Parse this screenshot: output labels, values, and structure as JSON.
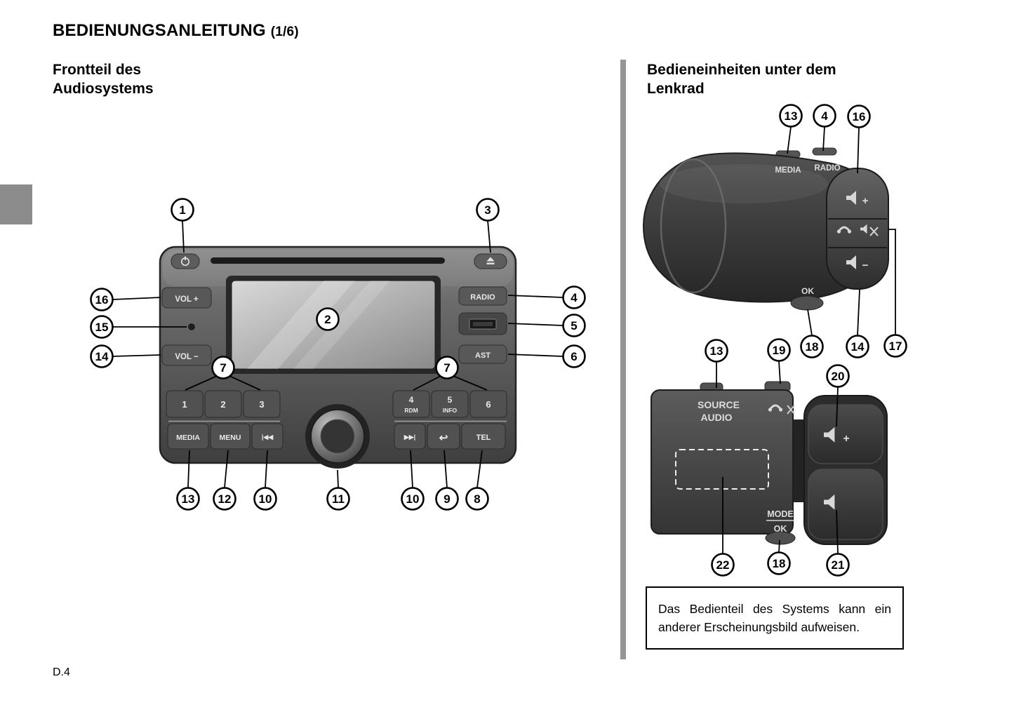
{
  "page": {
    "title": "BEDIENUNGSANLEITUNG",
    "title_part": "(1/6)",
    "page_number": "D.4"
  },
  "left": {
    "heading1": "Frontteil des",
    "heading2": "Audiosystems",
    "callouts": [
      "1",
      "3",
      "2",
      "16",
      "15",
      "14",
      "4",
      "5",
      "6",
      "7",
      "7",
      "13",
      "12",
      "10",
      "11",
      "10",
      "9",
      "8"
    ],
    "radio": {
      "vol_plus": "VOL +",
      "vol_minus": "VOL −",
      "radio_btn": "RADIO",
      "ast_btn": "AST",
      "preset1": "1",
      "preset2": "2",
      "preset3": "3",
      "preset4": "4",
      "preset4_sub": "RDM",
      "preset5": "5",
      "preset5_sub": "INFO",
      "preset6": "6",
      "media_btn": "MEDIA",
      "menu_btn": "MENU",
      "tel_btn": "TEL",
      "prev_icon": "|◀◀",
      "next_icon": "▶▶|",
      "back_icon": "↩"
    }
  },
  "right": {
    "heading1": "Bedieneinheiten unter dem",
    "heading2": "Lenkrad",
    "pod": {
      "media": "MEDIA",
      "radio": "RADIO",
      "ok": "OK",
      "vol_plus_sign": "+",
      "vol_minus_sign": "−",
      "callouts": [
        "13",
        "4",
        "16",
        "18",
        "14",
        "17"
      ]
    },
    "stalk": {
      "source": "SOURCE",
      "audio": "AUDIO",
      "mode": "MODE",
      "ok": "OK",
      "vol_plus_sign": "+",
      "callouts": [
        "13",
        "19",
        "20",
        "22",
        "18",
        "21"
      ]
    },
    "note_line1": "Das Bedienteil des Systems kann ein",
    "note_line2": "anderer Erscheinungsbild aufweisen."
  }
}
